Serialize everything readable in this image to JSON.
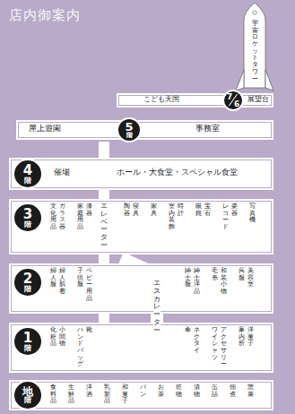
{
  "diagram": {
    "title": "店内御案内",
    "nodes": [
      {
        "text": [
          "宇宙ロケットタワー"
        ]
      },
      {
        "text": [
          "こども天国",
          "展望台"
        ]
      },
      {
        "text": [
          "7",
          "6"
        ],
        "in": 1
      },
      {
        "text": [
          "屋上遊園",
          "事務室"
        ]
      },
      {
        "text": [
          "5",
          "階"
        ],
        "in": 3
      },
      {
        "text": [
          "催場",
          "ホール・大食堂・スペシャル食堂"
        ]
      },
      {
        "text": [
          "4",
          "階"
        ],
        "in": 5
      },
      {
        "text": [
          "文化用品",
          "ガラス器",
          "家庭用品",
          "漆器",
          "陶器",
          "寝具",
          "家具",
          "室内装飾",
          "時計",
          "眼鏡",
          "宝石",
          "レコード",
          "楽器",
          "写真機"
        ]
      },
      {
        "text": [
          "3",
          "階"
        ],
        "in": 7
      },
      {
        "text": [
          "婦人服",
          "婦人肌着",
          "子供服",
          "ベビー用品",
          "紳士服",
          "紳士洋品",
          "毛糸",
          "和装小物",
          "呉服",
          "美容室"
        ]
      },
      {
        "text": [
          "2",
          "階"
        ],
        "in": 9
      },
      {
        "text": [
          "化粧品",
          "小間物",
          "ハンドバッグ",
          "靴",
          "傘",
          "ネクタイ",
          "ワイシャツ",
          "アクセサリー",
          "案内所",
          "洋菓子"
        ]
      },
      {
        "text": [
          "1",
          "階"
        ],
        "in": 11
      },
      {
        "text": [
          "食料品",
          "生鮮品",
          "洋酒",
          "乳製品",
          "和菓子",
          "パン",
          "お茶",
          "乾物",
          "漬物",
          "缶詰",
          "佃煮",
          "惣菜"
        ]
      },
      {
        "text": [
          "地",
          "階"
        ],
        "in": 13
      }
    ],
    "labels": [
      "エレベーター",
      "エスカレーター"
    ]
  }
}
